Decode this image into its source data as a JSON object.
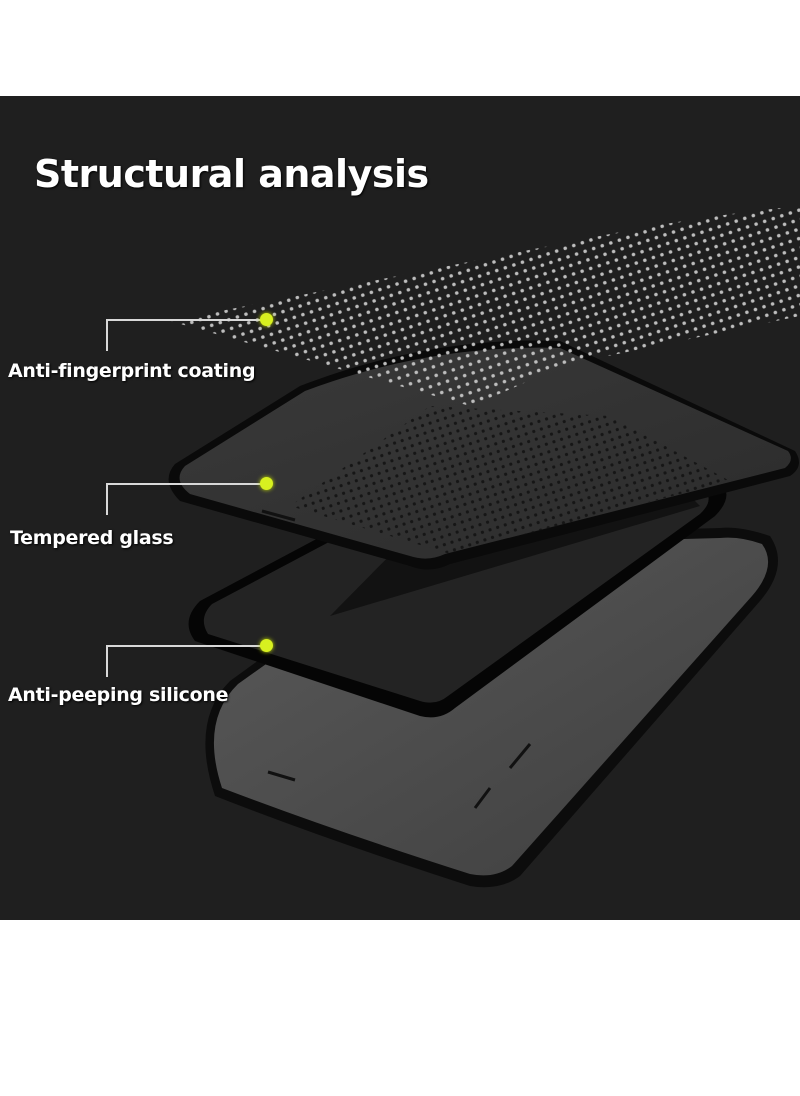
{
  "heading": "Structural analysis",
  "colors": {
    "panel_background": "#1f1f1f",
    "page_background": "#ffffff",
    "callout_dot": "#d7f020",
    "callout_line": "#d8d8d8",
    "text": "#ffffff"
  },
  "layers": [
    {
      "label": "Anti-fingerprint coating",
      "icon": "dotted-mesh-layer"
    },
    {
      "label": "Tempered glass",
      "icon": "glass-panel-layer"
    },
    {
      "label": "Anti-peeping silicone",
      "icon": "silicone-frame-layer"
    }
  ],
  "device": {
    "icon": "smartphone"
  }
}
